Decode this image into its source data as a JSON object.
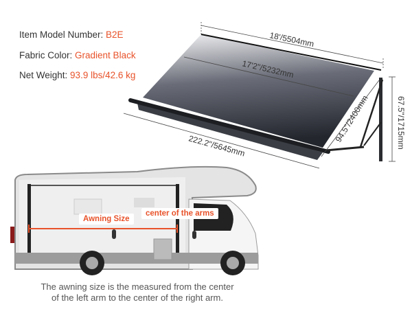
{
  "specs": [
    {
      "label": "Item Model Number: ",
      "value": "B2E"
    },
    {
      "label": "Fabric Color: ",
      "value": "Gradient Black"
    },
    {
      "label": "Net Weight: ",
      "value": "93.9 lbs/42.6 kg"
    }
  ],
  "dimensions": {
    "overall_length": "18'/5504mm",
    "fabric_length": "17'2\"/5232mm",
    "roller_length": "222.2\"/5645mm",
    "extension": "94.5\"/2400mm",
    "height": "67.5\"/1715mm"
  },
  "rv_labels": {
    "awning_size": "Awning Size",
    "center_of_arms": "center of the arms"
  },
  "caption": {
    "line1": "The awning size is the measured from the center",
    "line2": "of the left arm to the center of the right arm."
  },
  "colors": {
    "accent": "#e8522a",
    "fabric_dark": "#2a2d34",
    "fabric_light": "#f2f2f4"
  }
}
